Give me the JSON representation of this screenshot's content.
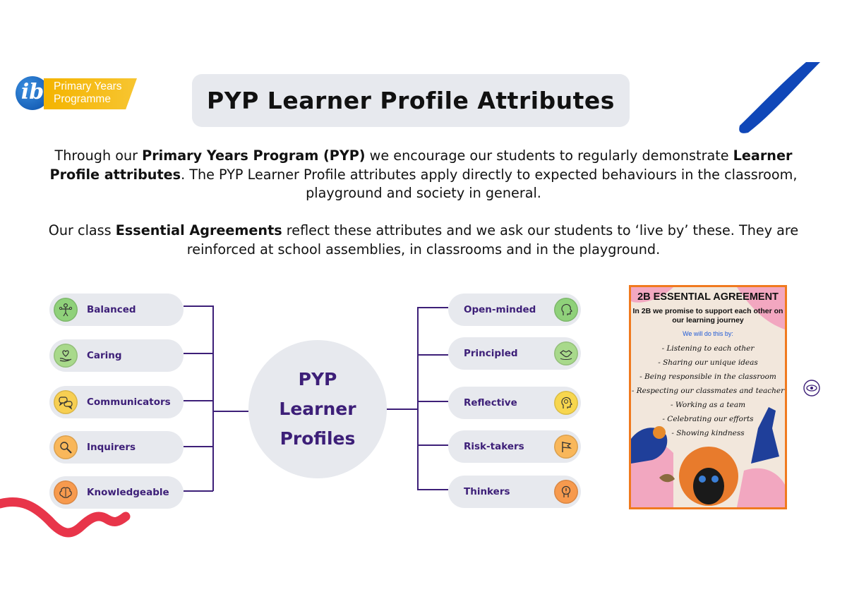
{
  "logo": {
    "mark": "ib",
    "line1": "Primary Years",
    "line2": "Programme"
  },
  "title": "PYP Learner Profile Attributes",
  "paragraph1": {
    "t1": "Through our ",
    "b1": "Primary Years Program (PYP)",
    "t2": " we encourage our students to regularly demonstrate ",
    "b2": "Learner Profile attributes",
    "t3": ".  The PYP Learner Profile attributes apply directly to expected behaviours in the classroom, playground and society in general."
  },
  "paragraph2": {
    "t1": "Our class ",
    "b1": "Essential Agreements",
    "t2": " reflect these attributes and we ask our students to ‘live by’ these. They are reinforced at school assemblies, in classrooms and in the playground."
  },
  "center": {
    "line1": "PYP",
    "line2": "Learner",
    "line3": "Profiles"
  },
  "left_profiles": [
    {
      "label": "Balanced",
      "icon": "balance-figure-icon",
      "color": "#8fd17a"
    },
    {
      "label": "Caring",
      "icon": "heart-hand-icon",
      "color": "#a8d98b"
    },
    {
      "label": "Communicators",
      "icon": "speech-bubbles-icon",
      "color": "#f7cf52"
    },
    {
      "label": "Inquirers",
      "icon": "magnifier-icon",
      "color": "#f9b75a"
    },
    {
      "label": "Knowledgeable",
      "icon": "brain-icon",
      "color": "#f79a4e"
    }
  ],
  "right_profiles": [
    {
      "label": "Open-minded",
      "icon": "open-head-icon",
      "color": "#8fd17a"
    },
    {
      "label": "Principled",
      "icon": "handshake-icon",
      "color": "#a8d98b"
    },
    {
      "label": "Reflective",
      "icon": "lightbulb-head-icon",
      "color": "#f7d64e"
    },
    {
      "label": "Risk-takers",
      "icon": "flag-icon",
      "color": "#f9b75a"
    },
    {
      "label": "Thinkers",
      "icon": "thinking-head-icon",
      "color": "#f79a4e"
    }
  ],
  "poster": {
    "title": "2B ESSENTIAL AGREEMENT",
    "subtitle": "In 2B we promise to support each other on our learning journey",
    "intro": "We will do this by:",
    "items": [
      "- Listening to each other",
      "- Sharing our unique ideas",
      "- Being responsible in the classroom",
      "- Respecting our classmates and teacher",
      "- Working as a team",
      "- Celebrating our efforts",
      "- Showing kindness"
    ]
  },
  "colors": {
    "accent_purple": "#3d1f78",
    "pill_bg": "#e7e9ee",
    "blue_stroke": "#1047b8",
    "red_wave": "#e8354a",
    "poster_border": "#f07a1f"
  }
}
